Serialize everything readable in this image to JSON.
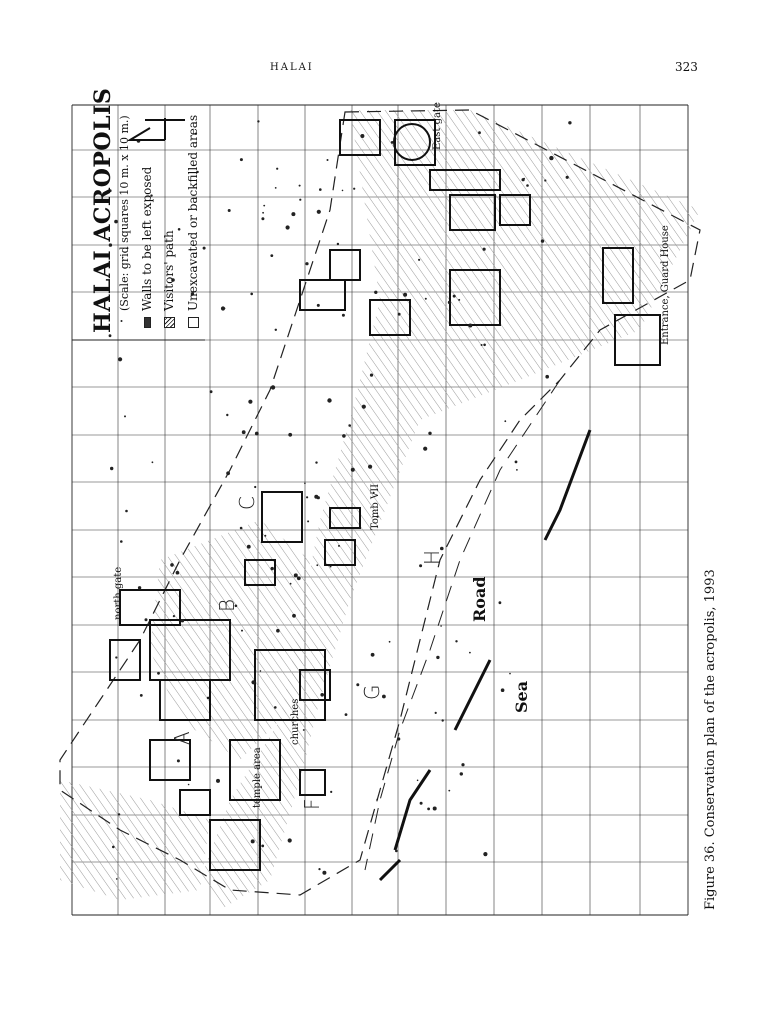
{
  "header": {
    "running_head": "HALAI",
    "page_number": "323"
  },
  "plan": {
    "title": "HALAI ACROPOLIS",
    "scale": "(Scale: grid squares 10 m. x 10 m.)",
    "legend": [
      {
        "label": "Walls to be left exposed",
        "swatch": "walls"
      },
      {
        "label": "Visitors' path",
        "swatch": "hatched"
      },
      {
        "label": "Unexcavated or backfilled areas",
        "swatch": "open"
      }
    ],
    "north_arrow": "north-arrow-icon",
    "labels": {
      "north_gate": "north gate",
      "east_gate": "East gate",
      "entrance": "Entrance, Guard House",
      "temple_area": "temple area",
      "churches": "churches",
      "tomb": "Tomb VII",
      "road": "Road",
      "sea": "Sea",
      "areas": [
        "A",
        "B",
        "C",
        "F",
        "G",
        "H"
      ]
    }
  },
  "caption": "Figure 36. Conservation plan of the acropolis, 1993"
}
